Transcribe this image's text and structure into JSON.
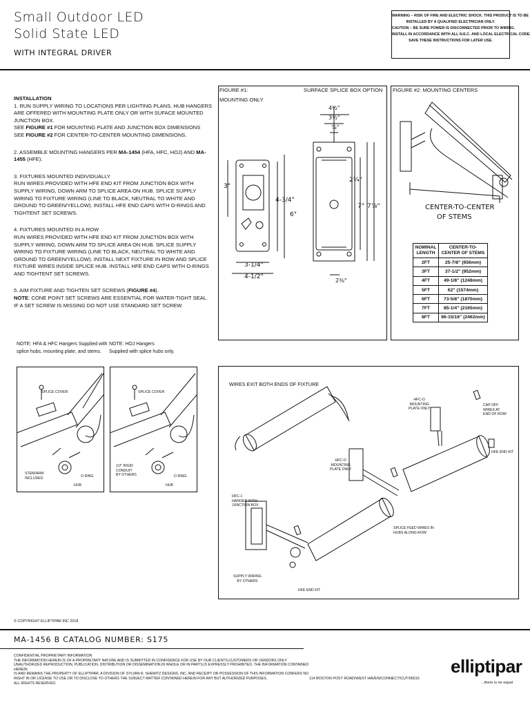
{
  "header": {
    "title_line1": "Small Outdoor LED",
    "title_line2": "Solid State LED",
    "subtitle": "WITH INTEGRAL DRIVER",
    "warning": [
      "WARNING – RISK OF FIRE AND ELECTRIC SHOCK. THIS PRODUCT IS TO BE",
      "INSTALLED BY A QUALIFIED ELECTRICIAN ONLY.",
      "CAUTION – BE SURE POWER IS DISCONNECTED PRIOR TO WIRING.",
      "INSTALL IN ACCORDANCE WITH ALL N.E.C. AND LOCAL ELECTRICAL CODES.",
      "SAVE THESE INSTRUCTIONS FOR LATER USE."
    ]
  },
  "installation": {
    "heading": "INSTALLATION",
    "step1": "1. RUN SUPPLY WIRING TO LOCATIONS PER LIGHTING PLANS. HUB HANGERS ARE OFFERED WITH MOUNTING PLATE ONLY OR WITH SUFACE MOUNTED JUNCTION BOX.",
    "step1_fig1_pre": "SEE ",
    "step1_fig1_bold": "FIGURE #1",
    "step1_fig1_post": " FOR MOUNTING PLATE AND JUNCTION BOX DIMENSIONS",
    "step1_fig2_pre": "SEE ",
    "step1_fig2_bold": "FIGURE #2",
    "step1_fig2_post": " FOR CENTER-TO-CENTER MOUNTING DIMENSIONS.",
    "step2_pre": "2. ASSEMBLE MOUNTING HANGERS PER ",
    "step2_b1": "MA-1454",
    "step2_mid": " (HFA, HFC, HOJ) AND ",
    "step2_b2": "MA-1455",
    "step2_post": " (HFE).",
    "step3_title": "3. FIXTURES MOUNTED INDIVIDUALLY",
    "step3_body": "RUN WIRES PROVIDED WITH HFE END KIT FROM JUNCTION BOX WITH SUPPLY WIRING, DOWN ARM TO SPLICE AREA ON HUB. SPLICE SUPPLY WIRING TO FIXTURE WIRING (LINE TO BLACK, NEUTRAL TO WHITE AND GROUND TO GREEN/YELLOW). INSTALL HFE END CAPS WITH O-RINGS AND TIGHTENT SET SCREWS.",
    "step4_title": "4. FIXTURES MOUNTED IN A ROW",
    "step4_body": "RUN WIRES PROVIDED WITH HFE END KIT FROM JUNCTION BOX WITH SUPPLY WIRING, DOWN ARM TO SPLICE AREA ON HUB. SPLICE SUPPLY WIRING TO FIXTURE WIRING (LINE TO BLACK, NEUTRAL TO WHITE AND GROUND TO GREEN/YELLOW). INSTALL NEXT FIXTURE IN ROW AND SPLICE FIXTURE WIRES INSIDE SPLICE HUB. INSTALL HFE END CAPS WITH O-RINGS AND TIGHTENT SET SCREWS.",
    "step5_pre": "5. AIM FIXTURE AND TIGHTEN SET SCREWS (",
    "step5_bold": "FIGURE #4",
    "step5_post": ").",
    "note_label": "NOTE",
    "note_text": ": CONE POINT SET SCREWS ARE ESSENTIAL FOR WATER-TIGHT SEAL. IF A SET SCREW IS MISSING DO NOT USE STANDARD SET SCREW."
  },
  "figure1": {
    "label": "FIGURE #1:",
    "sublabel": "MOUNTING ONLY",
    "option_label": "SURFACE SPLICE BOX OPTION",
    "dims": {
      "d3": "3\"",
      "d434": "4-3/4\"",
      "d6": "6\"",
      "d314": "3-1/4\"",
      "d412": "4-1/2\"",
      "t412": "4½\"",
      "t312": "3½\"",
      "t78": "⅞\"",
      "r234": "2¾\"",
      "r7": "7\"",
      "r778": "7⅞\"",
      "b238": "2⅜\""
    }
  },
  "figure2": {
    "label": "FIGURE #2: MOUNTING CENTERS",
    "center_label_1": "CENTER-TO-CENTER",
    "center_label_2": "OF STEMS",
    "table_head": [
      "NOMINAL LENGTH",
      "CENTER-TO-CENTER OF STEMS"
    ],
    "table_rows": [
      [
        "2FT",
        "25-7/8\" (656mm)"
      ],
      [
        "3FT",
        "37-1/2\" (952mm)"
      ],
      [
        "4FT",
        "49-1/8\" (1248mm)"
      ],
      [
        "5FT",
        "62\" (1574mm)"
      ],
      [
        "6FT",
        "73-5/8\" (1870mm)"
      ],
      [
        "7FT",
        "85-1/4\" (2165mm)"
      ],
      [
        "8FT",
        "96-15/16\" (2462mm)"
      ]
    ]
  },
  "notes": {
    "hfa_hfc": [
      "NOTE: HFA & HFC Hangers Supplied with",
      "splice hubs, mounting plate, and stems."
    ],
    "hoj": [
      "NOTE: HOJ Hangers",
      "Supplied with splice hubs only."
    ]
  },
  "detail_labels": {
    "splice_cover": "SPLICE COVER",
    "stem_arm": [
      "STEM/ARM",
      "INCLUDED"
    ],
    "o_ring": "O RING",
    "hub": "HUB",
    "conduit": [
      "1/2\" RIGID",
      "CONDUIT",
      "BY OTHERS"
    ]
  },
  "figure4_labels": {
    "wires_exit": "WIRES EXIT BOTH ENDS OF FIXTURE",
    "hfc_plate_top": [
      "HFC-O",
      "MOUNTING",
      "PLATE ONLY"
    ],
    "cap_off": [
      "CAP OFF",
      "WIRES AT",
      "END OF ROW"
    ],
    "hfe_end_kit_right": "HFE END KIT",
    "hfc_plate_mid": [
      "HFC-O",
      "MOUNTING",
      "PLATE ONLY"
    ],
    "hanger_jbox": [
      "HFC-1",
      "HANGER WITH",
      "JUNCTION BOX"
    ],
    "splice_feed": [
      "SPLICE FEED WIRES IN",
      "HUBS ALONG ROW"
    ],
    "supply_wiring": [
      "SUPPLY WIRING",
      "BY OTHERS"
    ],
    "hfe_end_kit_bottom": "HFE END KIT"
  },
  "footer": {
    "copyright": "© COPYRIGHT ELLIPTIPAR INC 2018",
    "catalog": "MA-1456 B  CATALOG NUMBER:  S175",
    "confidential": [
      "CONFIDENTIAL PROPRIETARY INFORMATION",
      "THE INFORMATION HEREIN IS OF A PROPRIETARY NATURE AND IS SUBMITTED IN CONFIDENCE FOR USE BY OUR CLIENTS,CUSTOMERS OR VENDORS ONLY.",
      "UNAUTHORIZED REPRODUCTION, PUBLICATION, DISTRIBUTION OR DISSEMINATION,IN WHOLE OR IN PARTS,IS EXPRESSLY PROHIBITED. THE INFORMATION CONTAINED HEREIN",
      "IS AND REMAINS THE PROPERTY OF ELLIPTIPAR, A DIVISION OF SYLVAN R. SHEMITZ DESIGNS, INC. AND RECEIPT OR POSSESSION OF THIS INFORMATION CONFERS NO",
      "RIGHT IN OR LICENSE TO USE OR TO DISCLOSE TO OTHERS THE SUBJECT MATTER CONTAINED HEREIN FOR ANY BUT AUTHORIZED PURPOSES.",
      "ALL RIGHTS RESERVED."
    ],
    "address": "114 BOSTON POST ROAD/WEST HAVEN/CONNECTICUT/06516",
    "logo": "elliptipar",
    "tagline": "...there is no equal"
  }
}
